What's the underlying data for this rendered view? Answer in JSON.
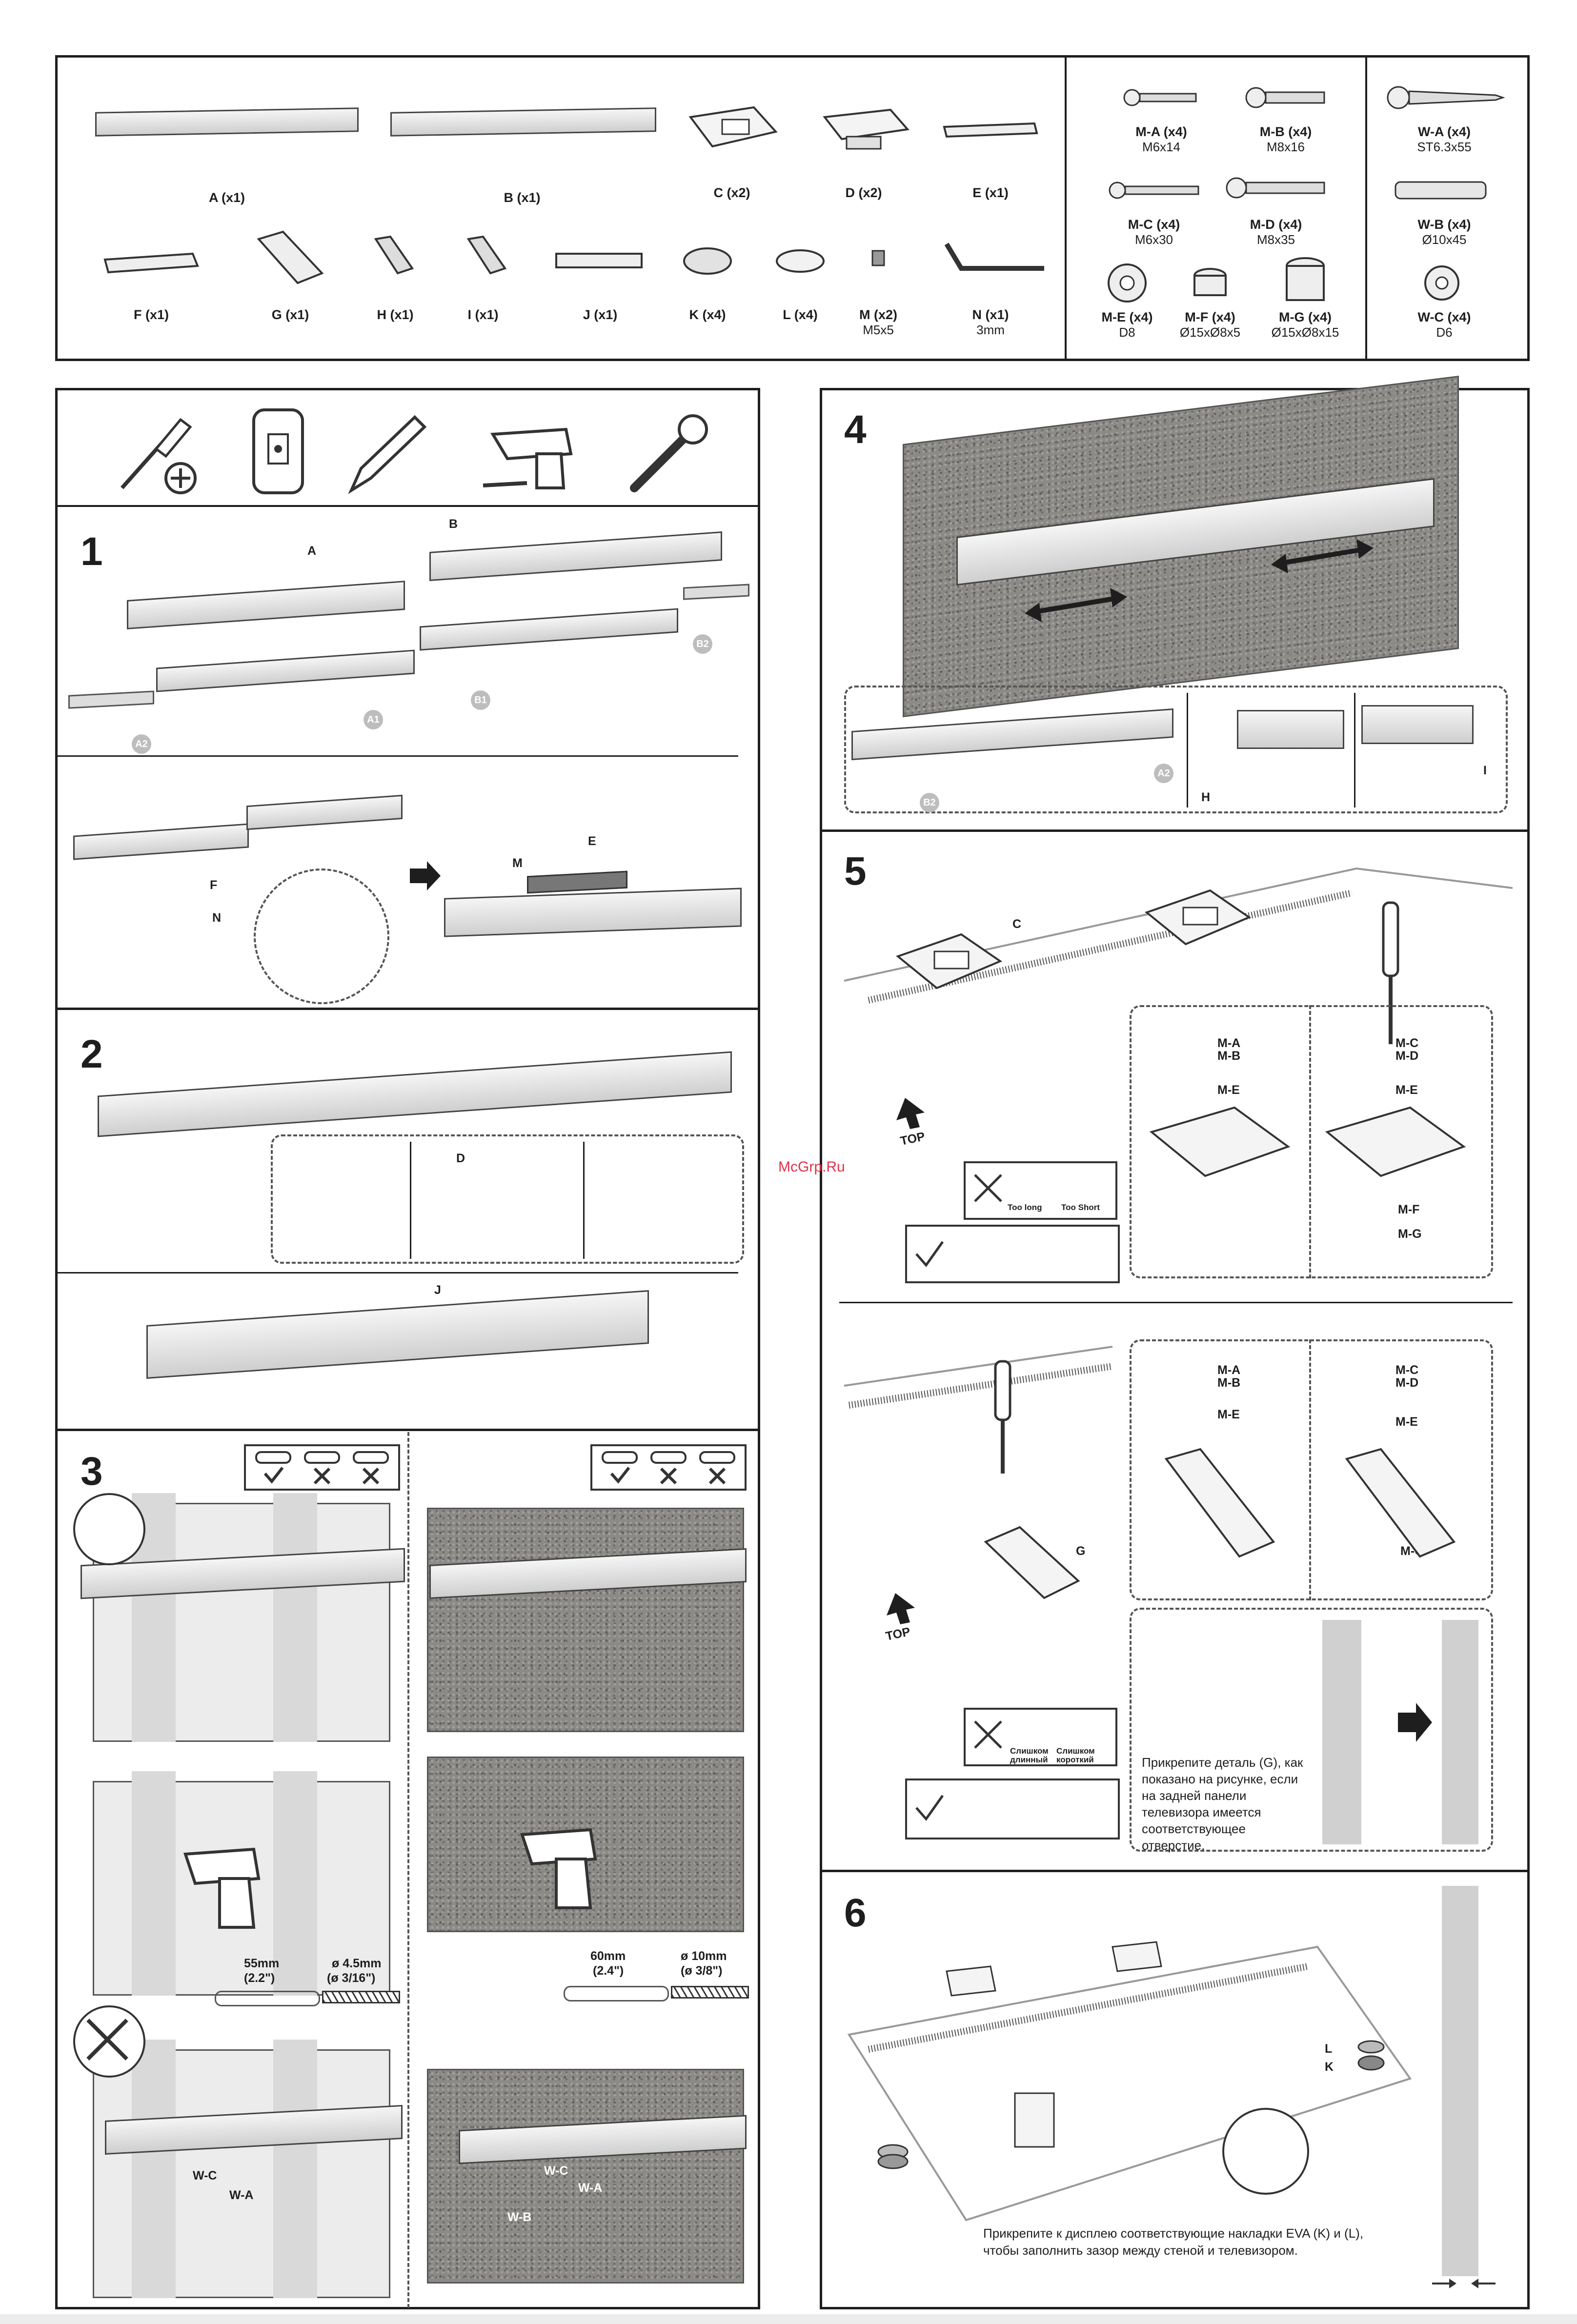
{
  "parts": {
    "A": {
      "label": "A (x1)"
    },
    "B": {
      "label": "B (x1)"
    },
    "C": {
      "label": "C (x2)"
    },
    "D": {
      "label": "D (x2)"
    },
    "E": {
      "label": "E (x1)"
    },
    "F": {
      "label": "F (x1)"
    },
    "G": {
      "label": "G (x1)"
    },
    "H": {
      "label": "H (x1)"
    },
    "I": {
      "label": "I (x1)"
    },
    "J": {
      "label": "J (x1)"
    },
    "K": {
      "label": "K (x4)"
    },
    "L": {
      "label": "L (x4)"
    },
    "M": {
      "label": "M (x2)",
      "size": "M5x5"
    },
    "N": {
      "label": "N (x1)",
      "size": "3mm"
    }
  },
  "screws": {
    "MA": {
      "label": "M-A (x4)",
      "size": "M6x14"
    },
    "MB": {
      "label": "M-B (x4)",
      "size": "M8x16"
    },
    "MC": {
      "label": "M-C (x4)",
      "size": "M6x30"
    },
    "MD": {
      "label": "M-D (x4)",
      "size": "M8x35"
    },
    "ME": {
      "label": "M-E (x4)",
      "size": "D8"
    },
    "MF": {
      "label": "M-F (x4)",
      "size": "Ø15xØ8x5"
    },
    "MG": {
      "label": "M-G (x4)",
      "size": "Ø15xØ8x15"
    }
  },
  "wall_hardware": {
    "WA": {
      "label": "W-A (x4)",
      "size": "ST6.3x55"
    },
    "WB": {
      "label": "W-B (x4)",
      "size": "Ø10x45"
    },
    "WC": {
      "label": "W-C (x4)",
      "size": "D6"
    }
  },
  "tools": [
    "screwdriver-phillips-icon",
    "stud-finder-icon",
    "pencil-icon",
    "drill-icon",
    "socket-wrench-icon"
  ],
  "steps": {
    "s1": {
      "num": "1",
      "labels": {
        "a": "A",
        "b": "B",
        "a1": "A1",
        "a2": "A2",
        "b1": "B1",
        "b2": "B2",
        "f": "F",
        "n": "N",
        "m": "M",
        "e": "E"
      }
    },
    "s2": {
      "num": "2",
      "labels": {
        "d": "D",
        "j": "J"
      }
    },
    "s3": {
      "num": "3",
      "wood": {
        "drill_depth": "55mm",
        "drill_depth_in": "(2.2\")",
        "bit": "ø 4.5mm",
        "bit_in": "(ø 3/16\")",
        "wc": "W-C",
        "wa": "W-A"
      },
      "concrete": {
        "drill_depth": "60mm",
        "drill_depth_in": "(2.4\")",
        "bit": "ø 10mm",
        "bit_in": "(ø 3/8\")",
        "wc": "W-C",
        "wa": "W-A",
        "wb": "W-B"
      }
    },
    "s4": {
      "num": "4",
      "labels": {
        "a2": "A2",
        "b2": "B2",
        "h": "H",
        "i": "I"
      }
    },
    "s5": {
      "num": "5",
      "top": "TOP",
      "c": "C",
      "g": "G",
      "ma_mb": "M-A\nM-B",
      "mc_md": "M-C\nM-D",
      "me": "M-E",
      "mf": "M-F",
      "mg": "M-G",
      "too_long": "Too long",
      "too_short": "Too Short",
      "ru_long": "Слишком длинный",
      "ru_short": "Слишком короткий",
      "note": "Прикрепите деталь (G), как показано на рисунке, если на задней панели телевизора имеется соответствующее отверстие."
    },
    "s6": {
      "num": "6",
      "l": "L",
      "k": "K",
      "note_line1": "Прикрепите к дисплею соответствующие накладки EVA (K) и (L),",
      "note_line2": "чтобы заполнить зазор между стеной и телевизором."
    }
  },
  "watermark": "McGrp.Ru"
}
